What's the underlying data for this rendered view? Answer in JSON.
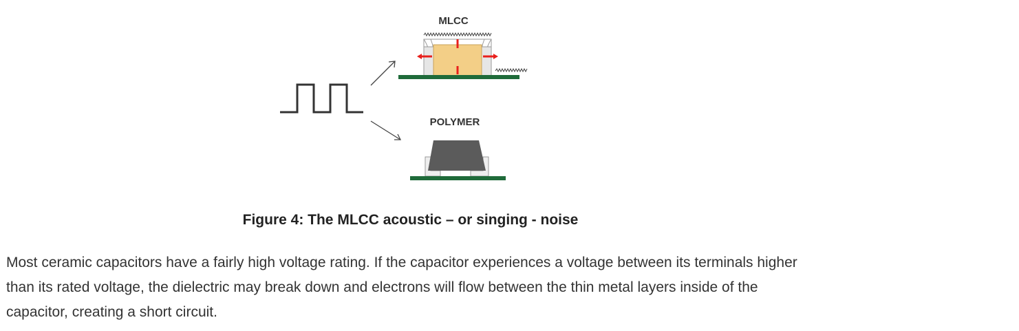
{
  "figure": {
    "mlcc_label": "MLCC",
    "polymer_label": "POLYMER",
    "colors": {
      "board": "#1f6b3a",
      "mlcc_body": "#f3cf87",
      "polymer_body": "#5b5b5b",
      "force_arrow": "#e8201c",
      "line": "#333333"
    },
    "icons": [
      "square-wave-icon",
      "arrow-up-right-icon",
      "arrow-down-right-icon",
      "vibration-squiggle-icon"
    ]
  },
  "caption": "Figure 4: The MLCC acoustic – or singing - noise",
  "paragraph": "Most ceramic capacitors have a fairly high voltage rating. If the capacitor experiences a voltage between its terminals higher than its rated voltage, the dielectric may break down and electrons will flow between the thin metal layers inside of the capacitor, creating a short circuit."
}
